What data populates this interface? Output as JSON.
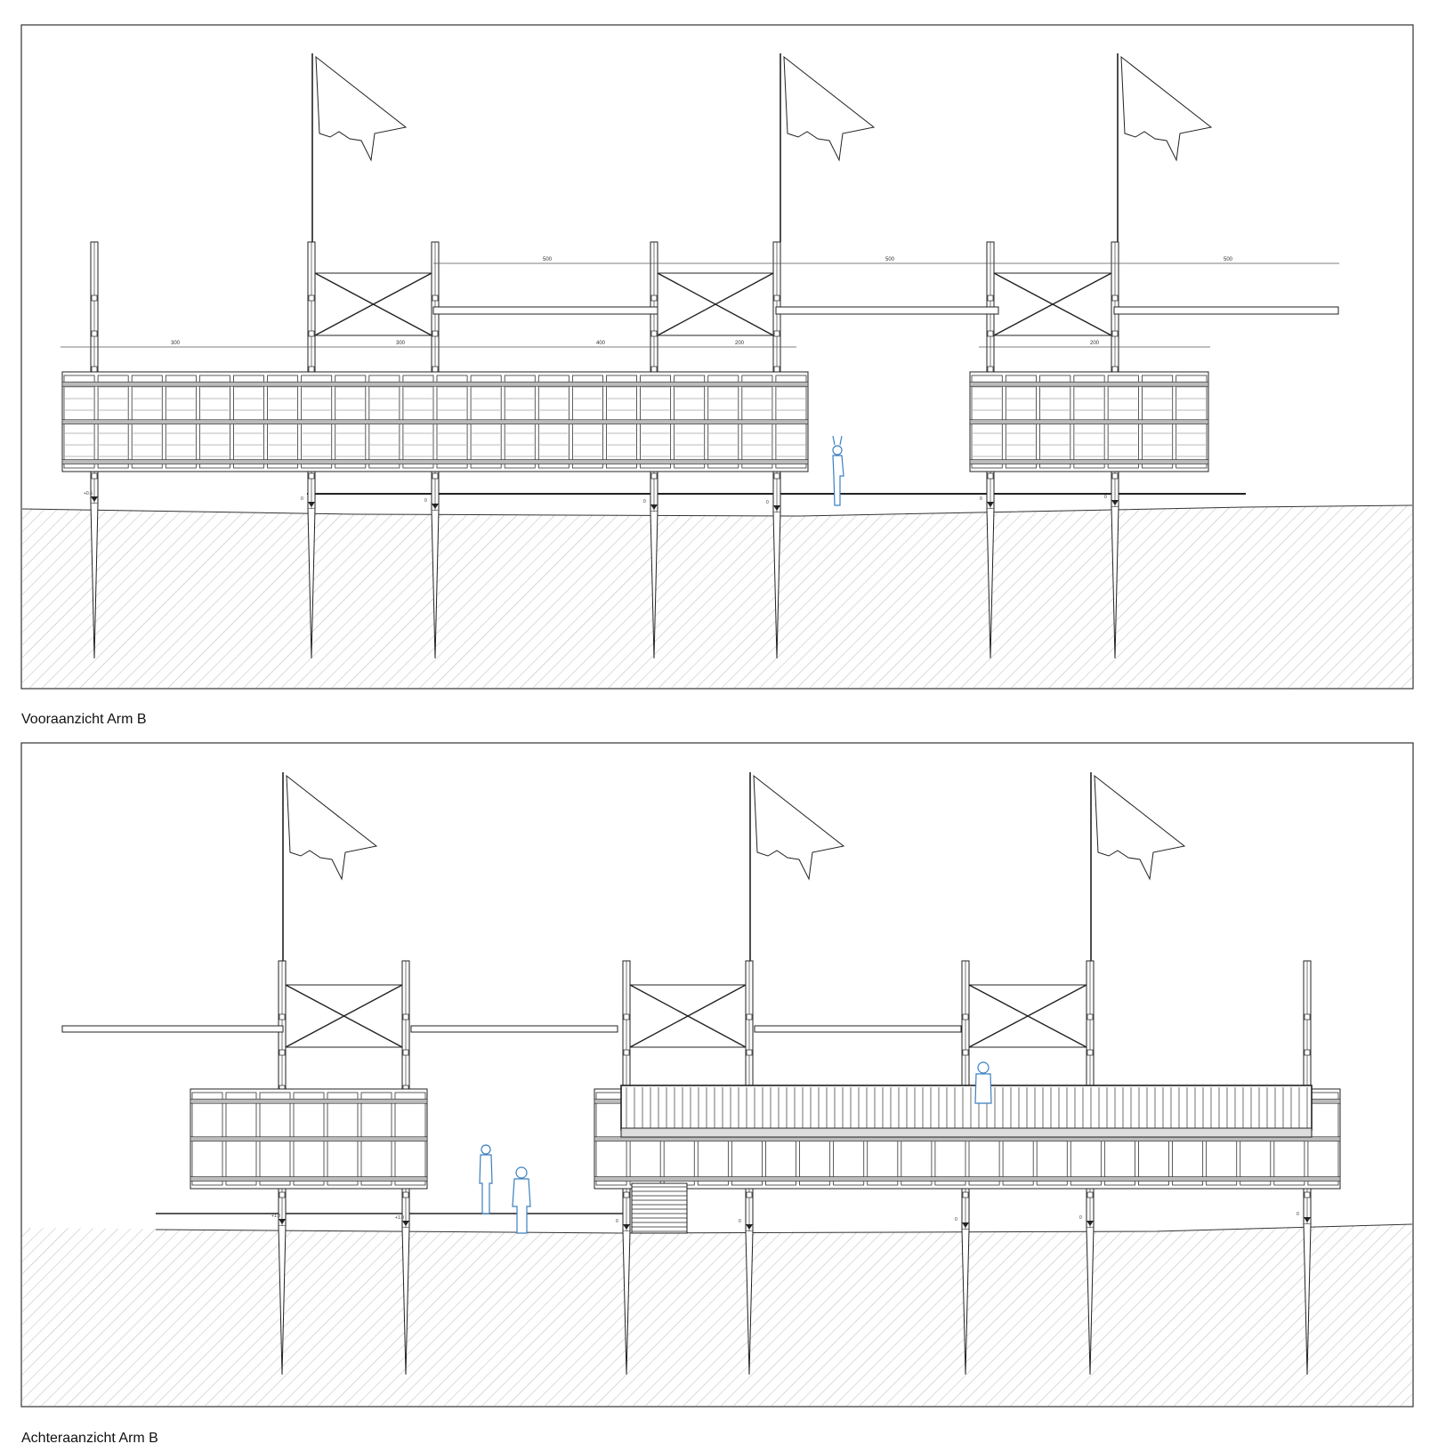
{
  "views": [
    {
      "caption": "Vooraanzicht Arm B",
      "dimension_labels_upper": [
        "500",
        "500",
        "500"
      ],
      "dimension_labels_lower": [
        "300",
        "300",
        "400",
        "200",
        "200"
      ],
      "level_marks": [
        "+0.5",
        "0",
        "0",
        "0",
        "0",
        "0",
        "0"
      ]
    },
    {
      "caption": "Achteraanzicht Arm B",
      "level_marks": [
        "+1.0",
        "+1.0",
        "0",
        "0",
        "0",
        "0",
        "0"
      ]
    }
  ],
  "colors": {
    "line": "#222222",
    "hatch": "#9a9a9a",
    "figure": "#3a7fc0",
    "background": "#ffffff"
  },
  "icons": [
    "flag-icon",
    "person-figure-icon"
  ]
}
